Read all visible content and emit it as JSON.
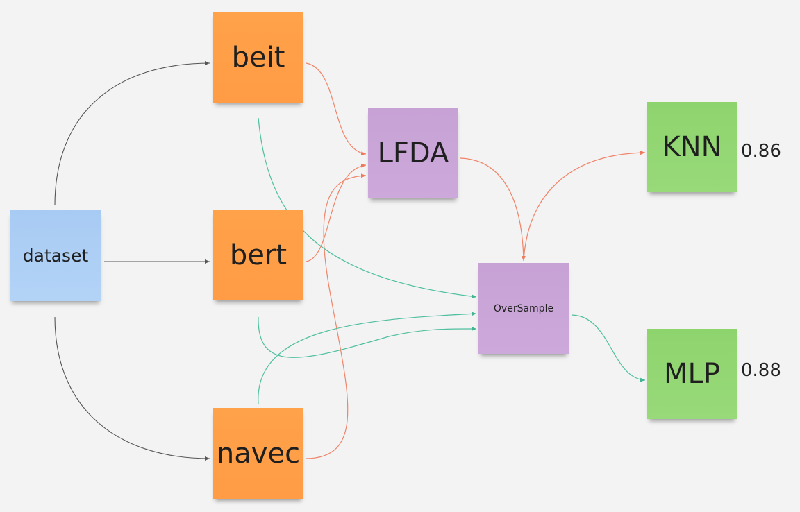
{
  "nodes": {
    "dataset": "dataset",
    "beit": "beit",
    "bert": "bert",
    "navec": "navec",
    "lfda": "LFDA",
    "oversample": "OverSample",
    "knn": "KNN",
    "mlp": "MLP"
  },
  "scores": {
    "knn": "0.86",
    "mlp": "0.88"
  },
  "colors": {
    "orange": "#ff9f47",
    "blue": "#abcdf5",
    "purple": "#caa6d8",
    "green": "#93d673",
    "edge_gray": "#555555",
    "edge_red": "#f08a70",
    "edge_teal": "#4fbf9f"
  }
}
